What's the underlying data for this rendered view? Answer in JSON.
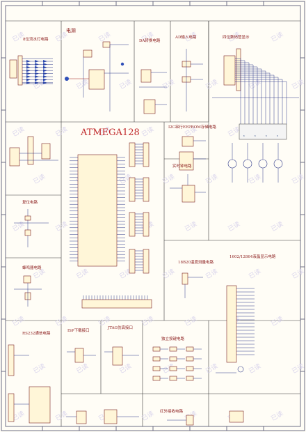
{
  "schematic": {
    "main_chip_label": "ATMEGA128",
    "sections": [
      {
        "id": "led",
        "title": "8位流水灯电路"
      },
      {
        "id": "power",
        "title": "电源"
      },
      {
        "id": "dac",
        "title": "DA转换电路"
      },
      {
        "id": "adc",
        "title": "AD输入电路"
      },
      {
        "id": "seg",
        "title": "四位数码管显示"
      },
      {
        "id": "eeprom",
        "title": "I2C串行EEPROM存储电路"
      },
      {
        "id": "rtc",
        "title": "实时钟电路"
      },
      {
        "id": "reset",
        "title": "复位电路"
      },
      {
        "id": "buzzer",
        "title": "蜂鸣器电路"
      },
      {
        "id": "temp",
        "title": "18B20温度测量电路"
      },
      {
        "id": "lcd",
        "title": "1602/12864液晶显示电路"
      },
      {
        "id": "rs232",
        "title": "RS232通信电路"
      },
      {
        "id": "isp",
        "title": "ISP下载接口"
      },
      {
        "id": "jtag",
        "title": "JTAG仿真接口"
      },
      {
        "id": "keys",
        "title": "独立按键电路"
      },
      {
        "id": "ir",
        "title": "红外接收电路"
      }
    ],
    "watermark_text": "已读"
  }
}
